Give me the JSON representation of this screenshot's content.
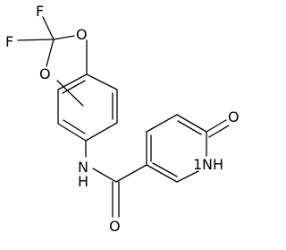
{
  "diagram": {
    "line_color": "#000000",
    "background_color": "#ffffff",
    "atom_labels": {
      "f_top": "F",
      "f_left": "F",
      "o_ring_top": "O",
      "o_ring_bottom": "O",
      "amide_n": "N",
      "amide_h": "H",
      "carbonyl_o": "O",
      "ketone_o": "O",
      "ring_nh": "NH",
      "ring_nh_h_prefix": "1"
    }
  }
}
